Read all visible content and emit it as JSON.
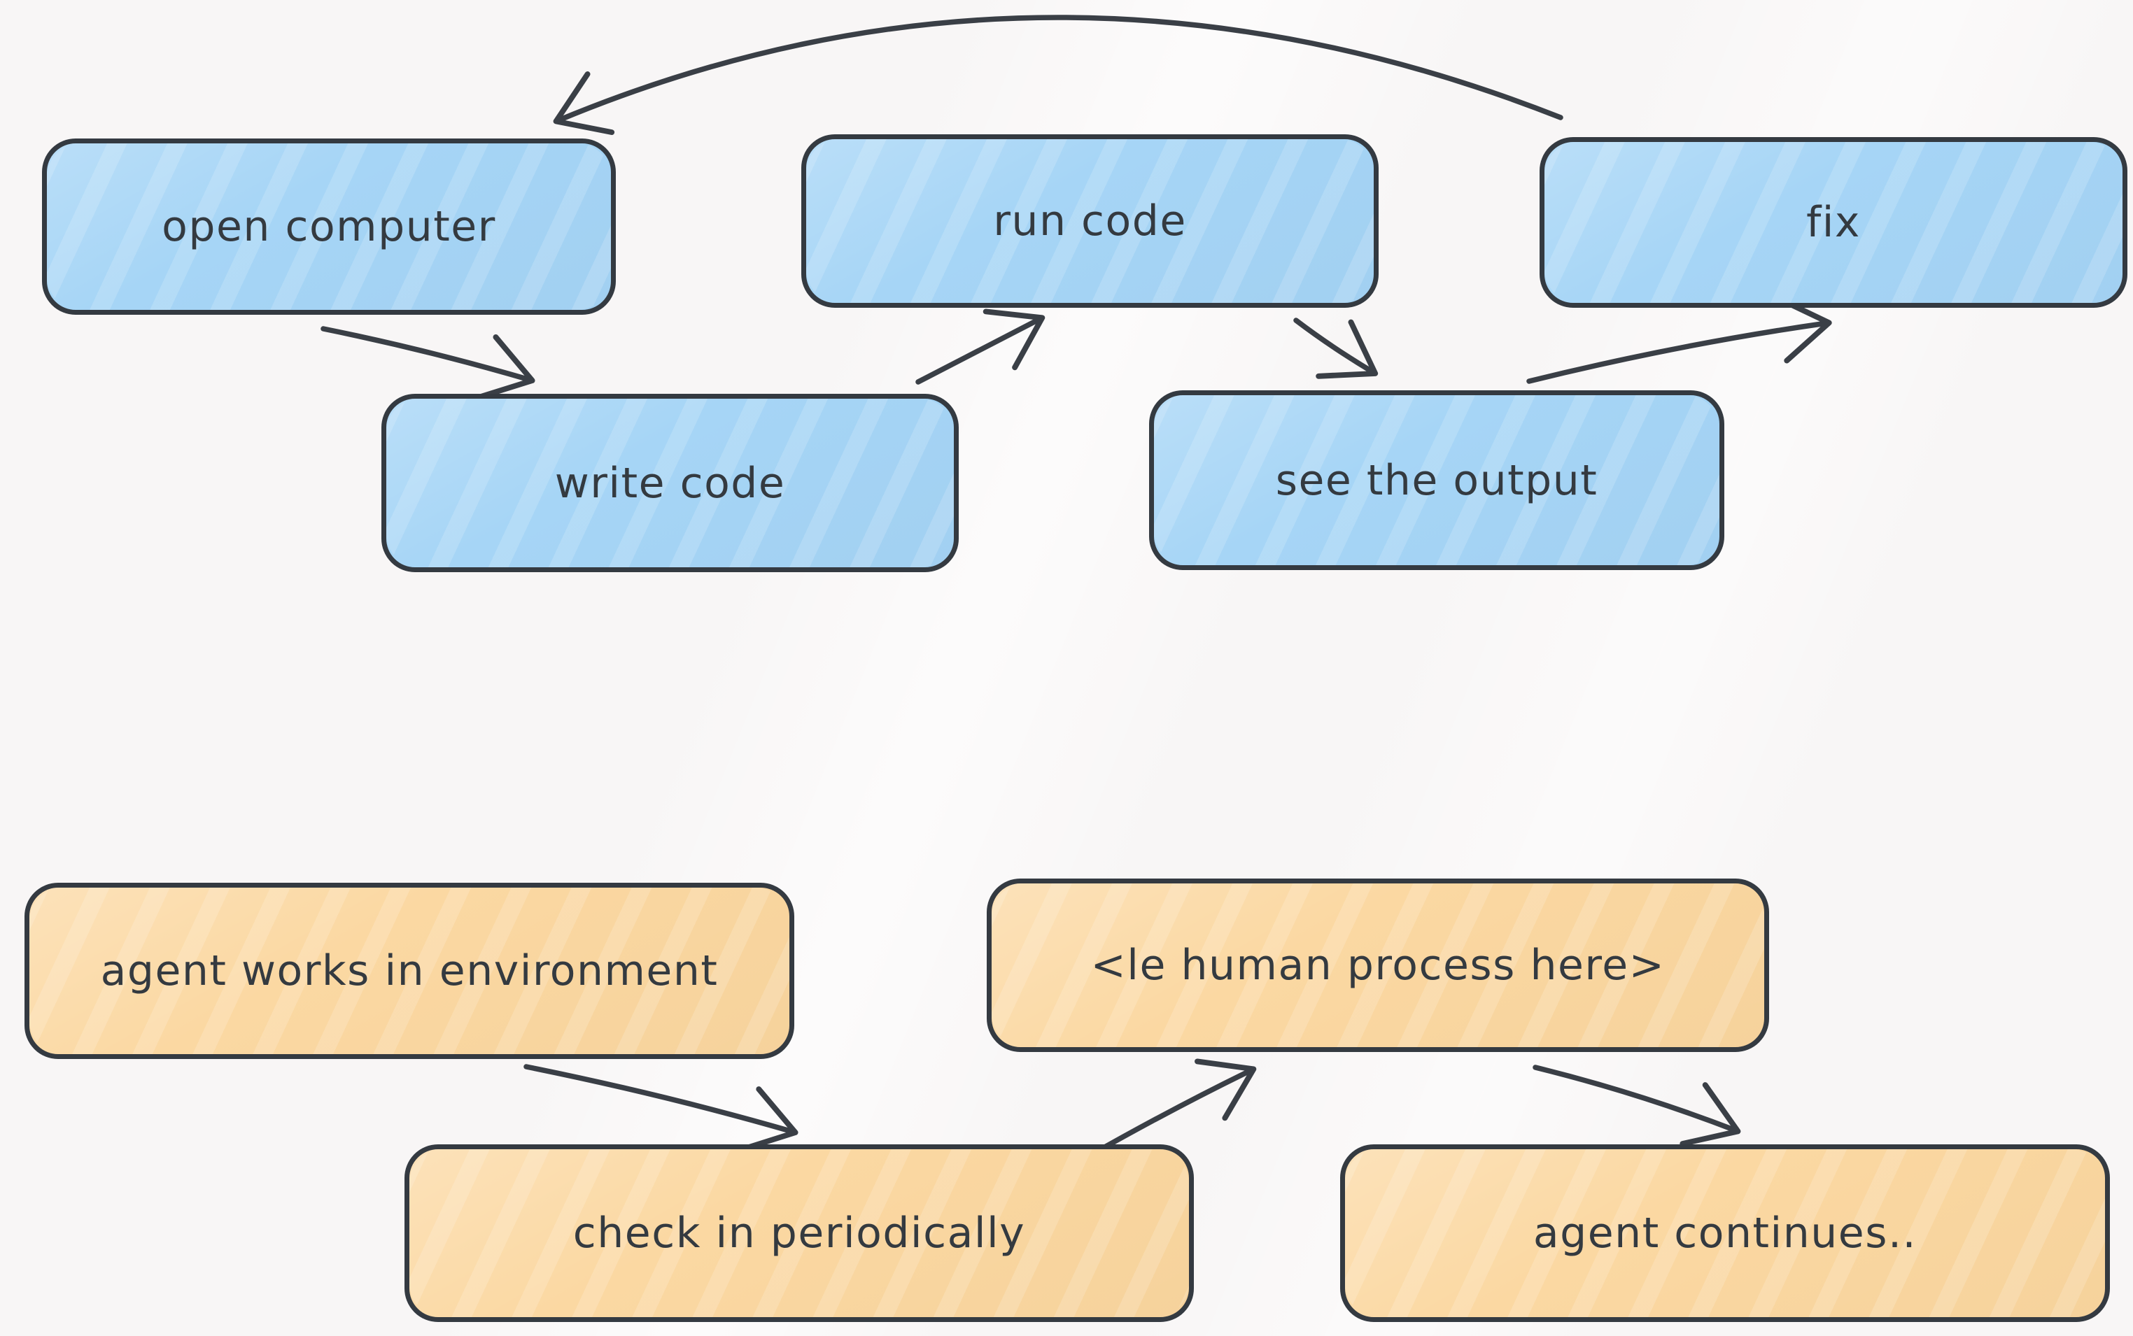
{
  "canvas": {
    "background_color": "#f8f6f6"
  },
  "palette": {
    "blue_fill": "#a6d5f6",
    "orange_fill": "#fbd8a2",
    "stroke": "#343a41",
    "arrow_stroke": "#3a3f46",
    "text_color": "#343a40"
  },
  "top_flow": {
    "nodes": [
      {
        "id": "open-computer",
        "label": "open computer",
        "color": "blue"
      },
      {
        "id": "write-code",
        "label": "write code",
        "color": "blue"
      },
      {
        "id": "run-code",
        "label": "run code",
        "color": "blue"
      },
      {
        "id": "see-the-output",
        "label": "see the output",
        "color": "blue"
      },
      {
        "id": "fix",
        "label": "fix",
        "color": "blue"
      }
    ],
    "edges": [
      {
        "from": "open-computer",
        "to": "write-code",
        "style": "straight"
      },
      {
        "from": "write-code",
        "to": "run-code",
        "style": "straight"
      },
      {
        "from": "run-code",
        "to": "see-the-output",
        "style": "straight"
      },
      {
        "from": "see-the-output",
        "to": "fix",
        "style": "straight"
      },
      {
        "from": "fix",
        "to": "open-computer",
        "style": "curved"
      }
    ]
  },
  "bottom_flow": {
    "nodes": [
      {
        "id": "agent-works-in-environment",
        "label": "agent works in environment",
        "color": "orange"
      },
      {
        "id": "check-in-periodically",
        "label": "check in periodically",
        "color": "orange"
      },
      {
        "id": "le-human-process-here",
        "label": "<le human process here>",
        "color": "orange"
      },
      {
        "id": "agent-continues",
        "label": "agent continues..",
        "color": "orange"
      }
    ],
    "edges": [
      {
        "from": "agent-works-in-environment",
        "to": "check-in-periodically",
        "style": "straight"
      },
      {
        "from": "check-in-periodically",
        "to": "le-human-process-here",
        "style": "straight"
      },
      {
        "from": "le-human-process-here",
        "to": "agent-continues",
        "style": "straight"
      }
    ]
  }
}
